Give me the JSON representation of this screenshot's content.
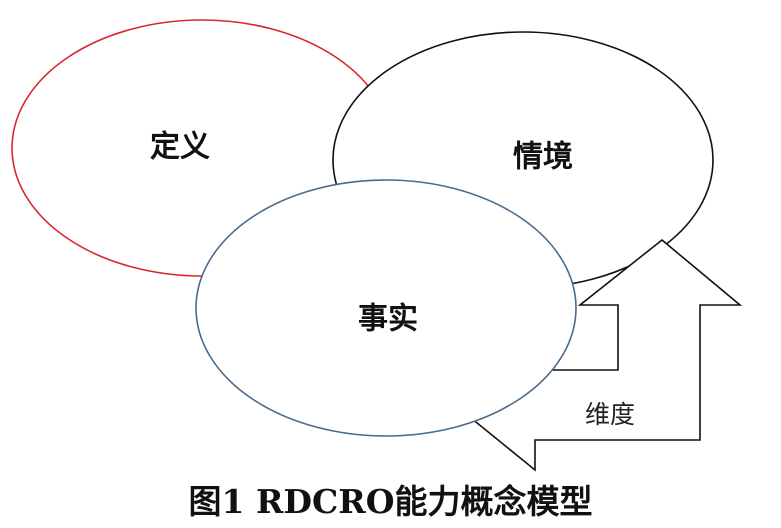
{
  "diagram": {
    "nodes": {
      "definition": {
        "label": "定义",
        "stroke": "#d9272d"
      },
      "context": {
        "label": "情境",
        "stroke": "#111111"
      },
      "fact": {
        "label": "事实",
        "stroke": "#4a6b8a"
      }
    },
    "arrow": {
      "label": "维度",
      "stroke": "#111111"
    }
  },
  "caption": "图1   RDCRO能力概念模型"
}
